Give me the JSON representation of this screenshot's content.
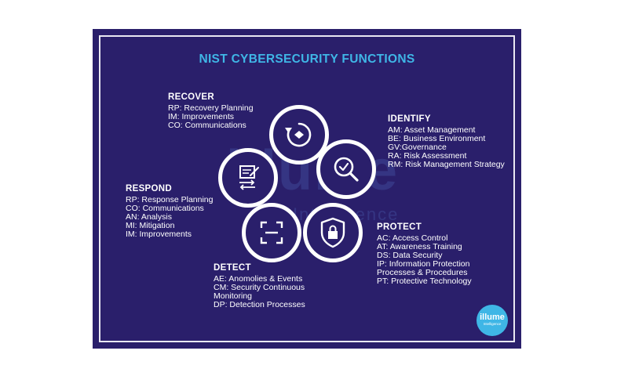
{
  "title": "NIST CYBERSECURITY FUNCTIONS",
  "watermark": {
    "main": "illume",
    "sub": "Intelligence"
  },
  "logo": {
    "name": "illume",
    "tagline": "Intelligence"
  },
  "colors": {
    "background": "#2a1f6b",
    "accent": "#3fb6e6",
    "text": "#ffffff"
  },
  "functions": {
    "recover": {
      "title": "RECOVER",
      "icon": "refresh-cycle-icon",
      "items": [
        "RP: Recovery Planning",
        "IM: Improvements",
        "CO: Communications"
      ]
    },
    "identify": {
      "title": "IDENTIFY",
      "icon": "magnifier-check-icon",
      "items": [
        "AM: Asset Management",
        "BE: Business Environment",
        "GV:Governance",
        "RA: Risk Assessment",
        "RM: Risk Management Strategy"
      ]
    },
    "respond": {
      "title": "RESPOND",
      "icon": "document-transfer-icon",
      "items": [
        "RP: Response Planning",
        "CO: Communications",
        "AN: Analysis",
        "MI: Mitigation",
        "IM: Improvements"
      ]
    },
    "protect": {
      "title": "PROTECT",
      "icon": "shield-lock-icon",
      "items": [
        "AC: Access Control",
        "AT: Awareness Training",
        "DS: Data Security",
        "IP: Information Protection Processes & Procedures",
        "PT: Protective Technology"
      ]
    },
    "detect": {
      "title": "DETECT",
      "icon": "scan-frame-icon",
      "items": [
        "AE: Anomolies & Events",
        "CM: Security Continuous Monitoring",
        "DP: Detection Processes"
      ]
    }
  }
}
